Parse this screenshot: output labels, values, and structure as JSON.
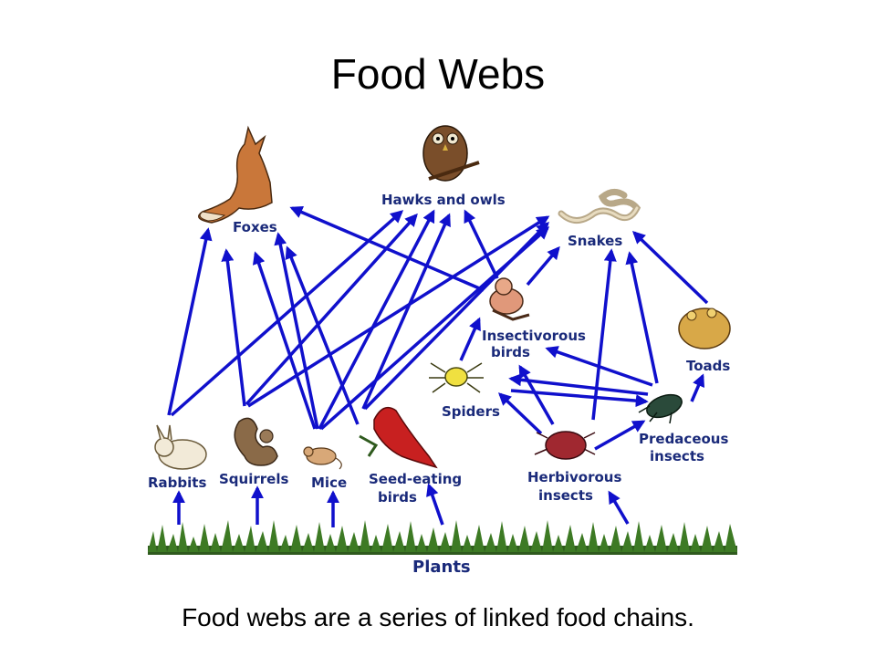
{
  "title": "Food Webs",
  "caption": "Food webs are a series of linked food chains.",
  "diagram": {
    "arrow_color": "#1010cc",
    "label_color": "#1a2a7a",
    "nodes": {
      "foxes": "Foxes",
      "hawks_owls": "Hawks and owls",
      "snakes": "Snakes",
      "insectivorous_birds_1": "Insectivorous",
      "insectivorous_birds_2": "birds",
      "toads": "Toads",
      "spiders": "Spiders",
      "predaceous_1": "Predaceous",
      "predaceous_2": "insects",
      "rabbits": "Rabbits",
      "squirrels": "Squirrels",
      "mice": "Mice",
      "seed_eating_1": "Seed-eating",
      "seed_eating_2": "birds",
      "herbivorous_1": "Herbivorous",
      "herbivorous_2": "insects",
      "plants": "Plants"
    }
  }
}
